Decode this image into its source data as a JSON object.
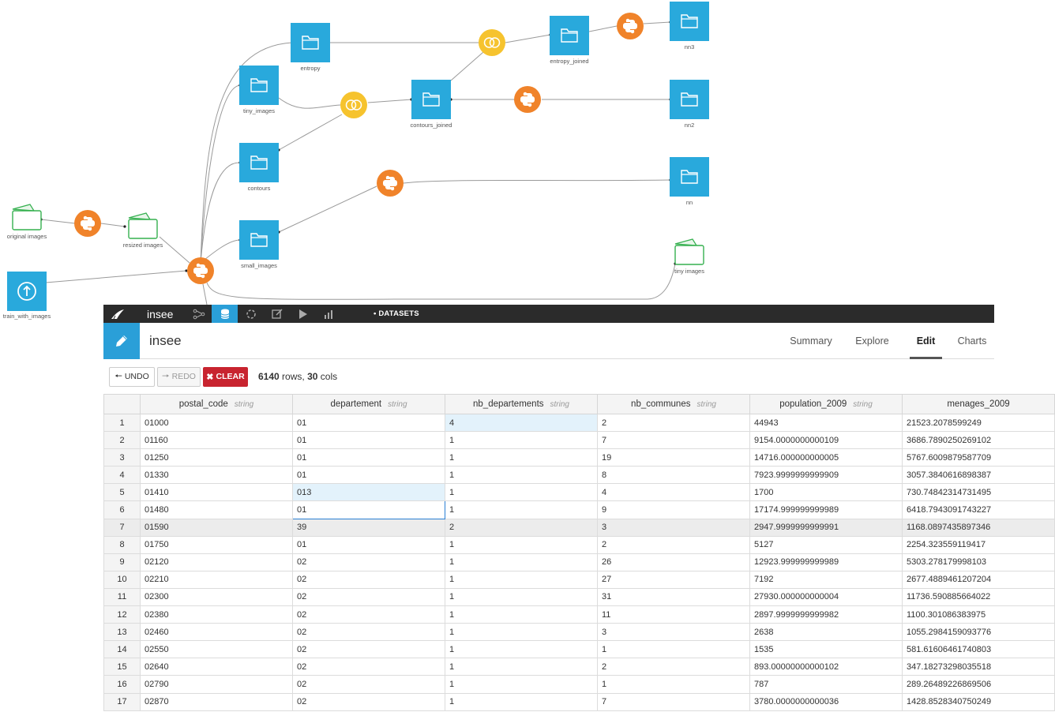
{
  "flow": {
    "nodes": [
      {
        "name": "original-images-dataset",
        "label": "original images",
        "kind": "folder-outline"
      },
      {
        "name": "resize-recipe",
        "label": "",
        "kind": "python"
      },
      {
        "name": "resized-images-dataset",
        "label": "resized images",
        "kind": "folder-outline"
      },
      {
        "name": "train-with-images-dataset",
        "label": "train_with_images",
        "kind": "upload"
      },
      {
        "name": "main-recipe",
        "label": "",
        "kind": "python"
      },
      {
        "name": "entropy-dataset",
        "label": "entropy",
        "kind": "folder"
      },
      {
        "name": "tiny-images-folder",
        "label": "tiny_images",
        "kind": "folder"
      },
      {
        "name": "contours-dataset",
        "label": "contours",
        "kind": "folder"
      },
      {
        "name": "small-images-dataset",
        "label": "small_images",
        "kind": "folder"
      },
      {
        "name": "join-recipe-1",
        "label": "",
        "kind": "join"
      },
      {
        "name": "join-recipe-2",
        "label": "",
        "kind": "join"
      },
      {
        "name": "contours-joined-dataset",
        "label": "contours_joined",
        "kind": "folder"
      },
      {
        "name": "entropy-joined-dataset",
        "label": "entropy_joined",
        "kind": "folder"
      },
      {
        "name": "nn3-recipe",
        "label": "",
        "kind": "python"
      },
      {
        "name": "nn2-recipe",
        "label": "",
        "kind": "python"
      },
      {
        "name": "nn-recipe",
        "label": "",
        "kind": "python"
      },
      {
        "name": "nn3-dataset",
        "label": "nn3",
        "kind": "folder"
      },
      {
        "name": "nn2-dataset",
        "label": "nn2",
        "kind": "folder"
      },
      {
        "name": "nn-dataset",
        "label": "nn",
        "kind": "folder"
      },
      {
        "name": "tiny-images-output",
        "label": "tiny images",
        "kind": "folder-outline"
      }
    ]
  },
  "topbar": {
    "project": "insee",
    "section": "• DATASETS",
    "icons": [
      "flow-icon",
      "datasets-icon",
      "recipes-icon",
      "notebooks-icon",
      "jobs-icon",
      "dashboards-icon"
    ]
  },
  "header": {
    "title": "insee",
    "tabs": [
      {
        "label": "Summary",
        "active": false
      },
      {
        "label": "Explore",
        "active": false
      },
      {
        "label": "Edit",
        "active": true
      },
      {
        "label": "Charts",
        "active": false
      }
    ]
  },
  "toolbar": {
    "undo": "UNDO",
    "redo": "REDO",
    "clear": "CLEAR",
    "rows": "6140",
    "rows_suffix": "rows,",
    "cols": "30",
    "cols_suffix": "cols"
  },
  "table": {
    "columns": [
      {
        "name": "postal_code",
        "type": "string"
      },
      {
        "name": "departement",
        "type": "string"
      },
      {
        "name": "nb_departements",
        "type": "string"
      },
      {
        "name": "nb_communes",
        "type": "string"
      },
      {
        "name": "population_2009",
        "type": "string"
      },
      {
        "name": "menages_2009",
        "type": ""
      }
    ],
    "rows": [
      [
        "1",
        "01000",
        "01",
        "4",
        "2",
        "44943",
        "21523.2078599249"
      ],
      [
        "2",
        "01160",
        "01",
        "1",
        "7",
        "9154.0000000000109",
        "3686.7890250269102"
      ],
      [
        "3",
        "01250",
        "01",
        "1",
        "19",
        "14716.000000000005",
        "5767.6009879587709"
      ],
      [
        "4",
        "01330",
        "01",
        "1",
        "8",
        "7923.9999999999909",
        "3057.3840616898387"
      ],
      [
        "5",
        "01410",
        "013",
        "1",
        "4",
        "1700",
        "730.74842314731495"
      ],
      [
        "6",
        "01480",
        "01",
        "1",
        "9",
        "17174.999999999989",
        "6418.7943091743227"
      ],
      [
        "7",
        "01590",
        "39",
        "2",
        "3",
        "2947.9999999999991",
        "1168.0897435897346"
      ],
      [
        "8",
        "01750",
        "01",
        "1",
        "2",
        "5127",
        "2254.323559119417"
      ],
      [
        "9",
        "02120",
        "02",
        "1",
        "26",
        "12923.999999999989",
        "5303.278179998103"
      ],
      [
        "10",
        "02210",
        "02",
        "1",
        "27",
        "7192",
        "2677.4889461207204"
      ],
      [
        "11",
        "02300",
        "02",
        "1",
        "31",
        "27930.000000000004",
        "11736.590885664022"
      ],
      [
        "12",
        "02380",
        "02",
        "1",
        "11",
        "2897.9999999999982",
        "1100.301086383975"
      ],
      [
        "13",
        "02460",
        "02",
        "1",
        "3",
        "2638",
        "1055.2984159093776"
      ],
      [
        "14",
        "02550",
        "02",
        "1",
        "1",
        "1535",
        "581.61606461740803"
      ],
      [
        "15",
        "02640",
        "02",
        "1",
        "2",
        "893.00000000000102",
        "347.18273298035518"
      ],
      [
        "16",
        "02790",
        "02",
        "1",
        "1",
        "787",
        "289.26489226869506"
      ],
      [
        "17",
        "02870",
        "02",
        "1",
        "7",
        "3780.0000000000036",
        "1428.8528340750249"
      ]
    ]
  },
  "colors": {
    "accent": "#2a9fd8",
    "python_recipe": "#f0832a",
    "join_recipe": "#f6c32e",
    "managed_folder": "#2fb04f",
    "clear_button": "#c8242f",
    "topbar": "#2b2b2b"
  }
}
